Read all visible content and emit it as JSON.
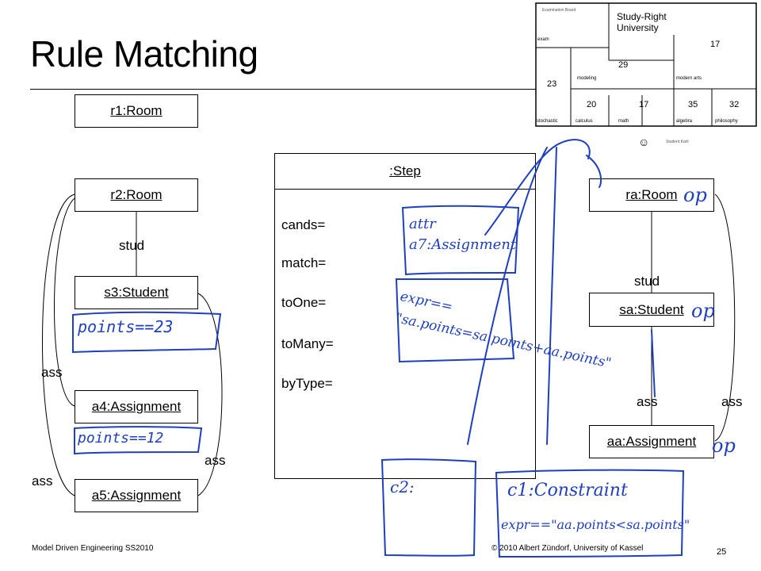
{
  "title": "Rule Matching",
  "left_objects": {
    "r1": "r1:Room",
    "r2": "r2:Room",
    "s3": "s3:Student",
    "a4": "a4:Assignment",
    "a5": "a5:Assignment"
  },
  "left_labels": {
    "stud": "stud",
    "ass_left": "ass",
    "ass_right": "ass",
    "ass_bottom": "ass"
  },
  "step": {
    "header": ":Step",
    "attributes": [
      "cands=",
      "match=",
      "toOne=",
      "toMany=",
      "byType="
    ]
  },
  "right_objects": {
    "ra": "ra:Room",
    "sa": "sa:Student",
    "aa": "aa:Assignment"
  },
  "right_labels": {
    "stud": "stud",
    "ass_left": "ass",
    "ass_right": "ass"
  },
  "handwriting": {
    "points_23": "points==23",
    "points_12": "points==12",
    "attr_assignment": "attr a7:Assignment",
    "expr": "expr== \"sa.points=sa.points+aa.points\"",
    "c2": "c2:",
    "c1_constraint": "c1:Constraint",
    "expr_constraint": "expr==\"aa.points<sa.points\"",
    "op_ra": "op",
    "op_sa": "op",
    "op_aa": "op"
  },
  "minimap": {
    "examination_board": "Examination Board",
    "university": "Study-Right University",
    "exam": "exam",
    "room_values": [
      "17",
      "29",
      "23",
      "20",
      "17",
      "35",
      "32"
    ],
    "rooms": [
      "modeling",
      "modern arts",
      "stochastic",
      "calculus",
      "math",
      "algebra",
      "philosophy"
    ],
    "student_karli": "Student Karli"
  },
  "footer": {
    "left": "Model Driven Engineering SS2010",
    "center": "© 2010 Albert Zündorf, University of Kassel",
    "page": "25"
  },
  "colors": {
    "ink": "#1f3fbf",
    "line": "#000000"
  }
}
